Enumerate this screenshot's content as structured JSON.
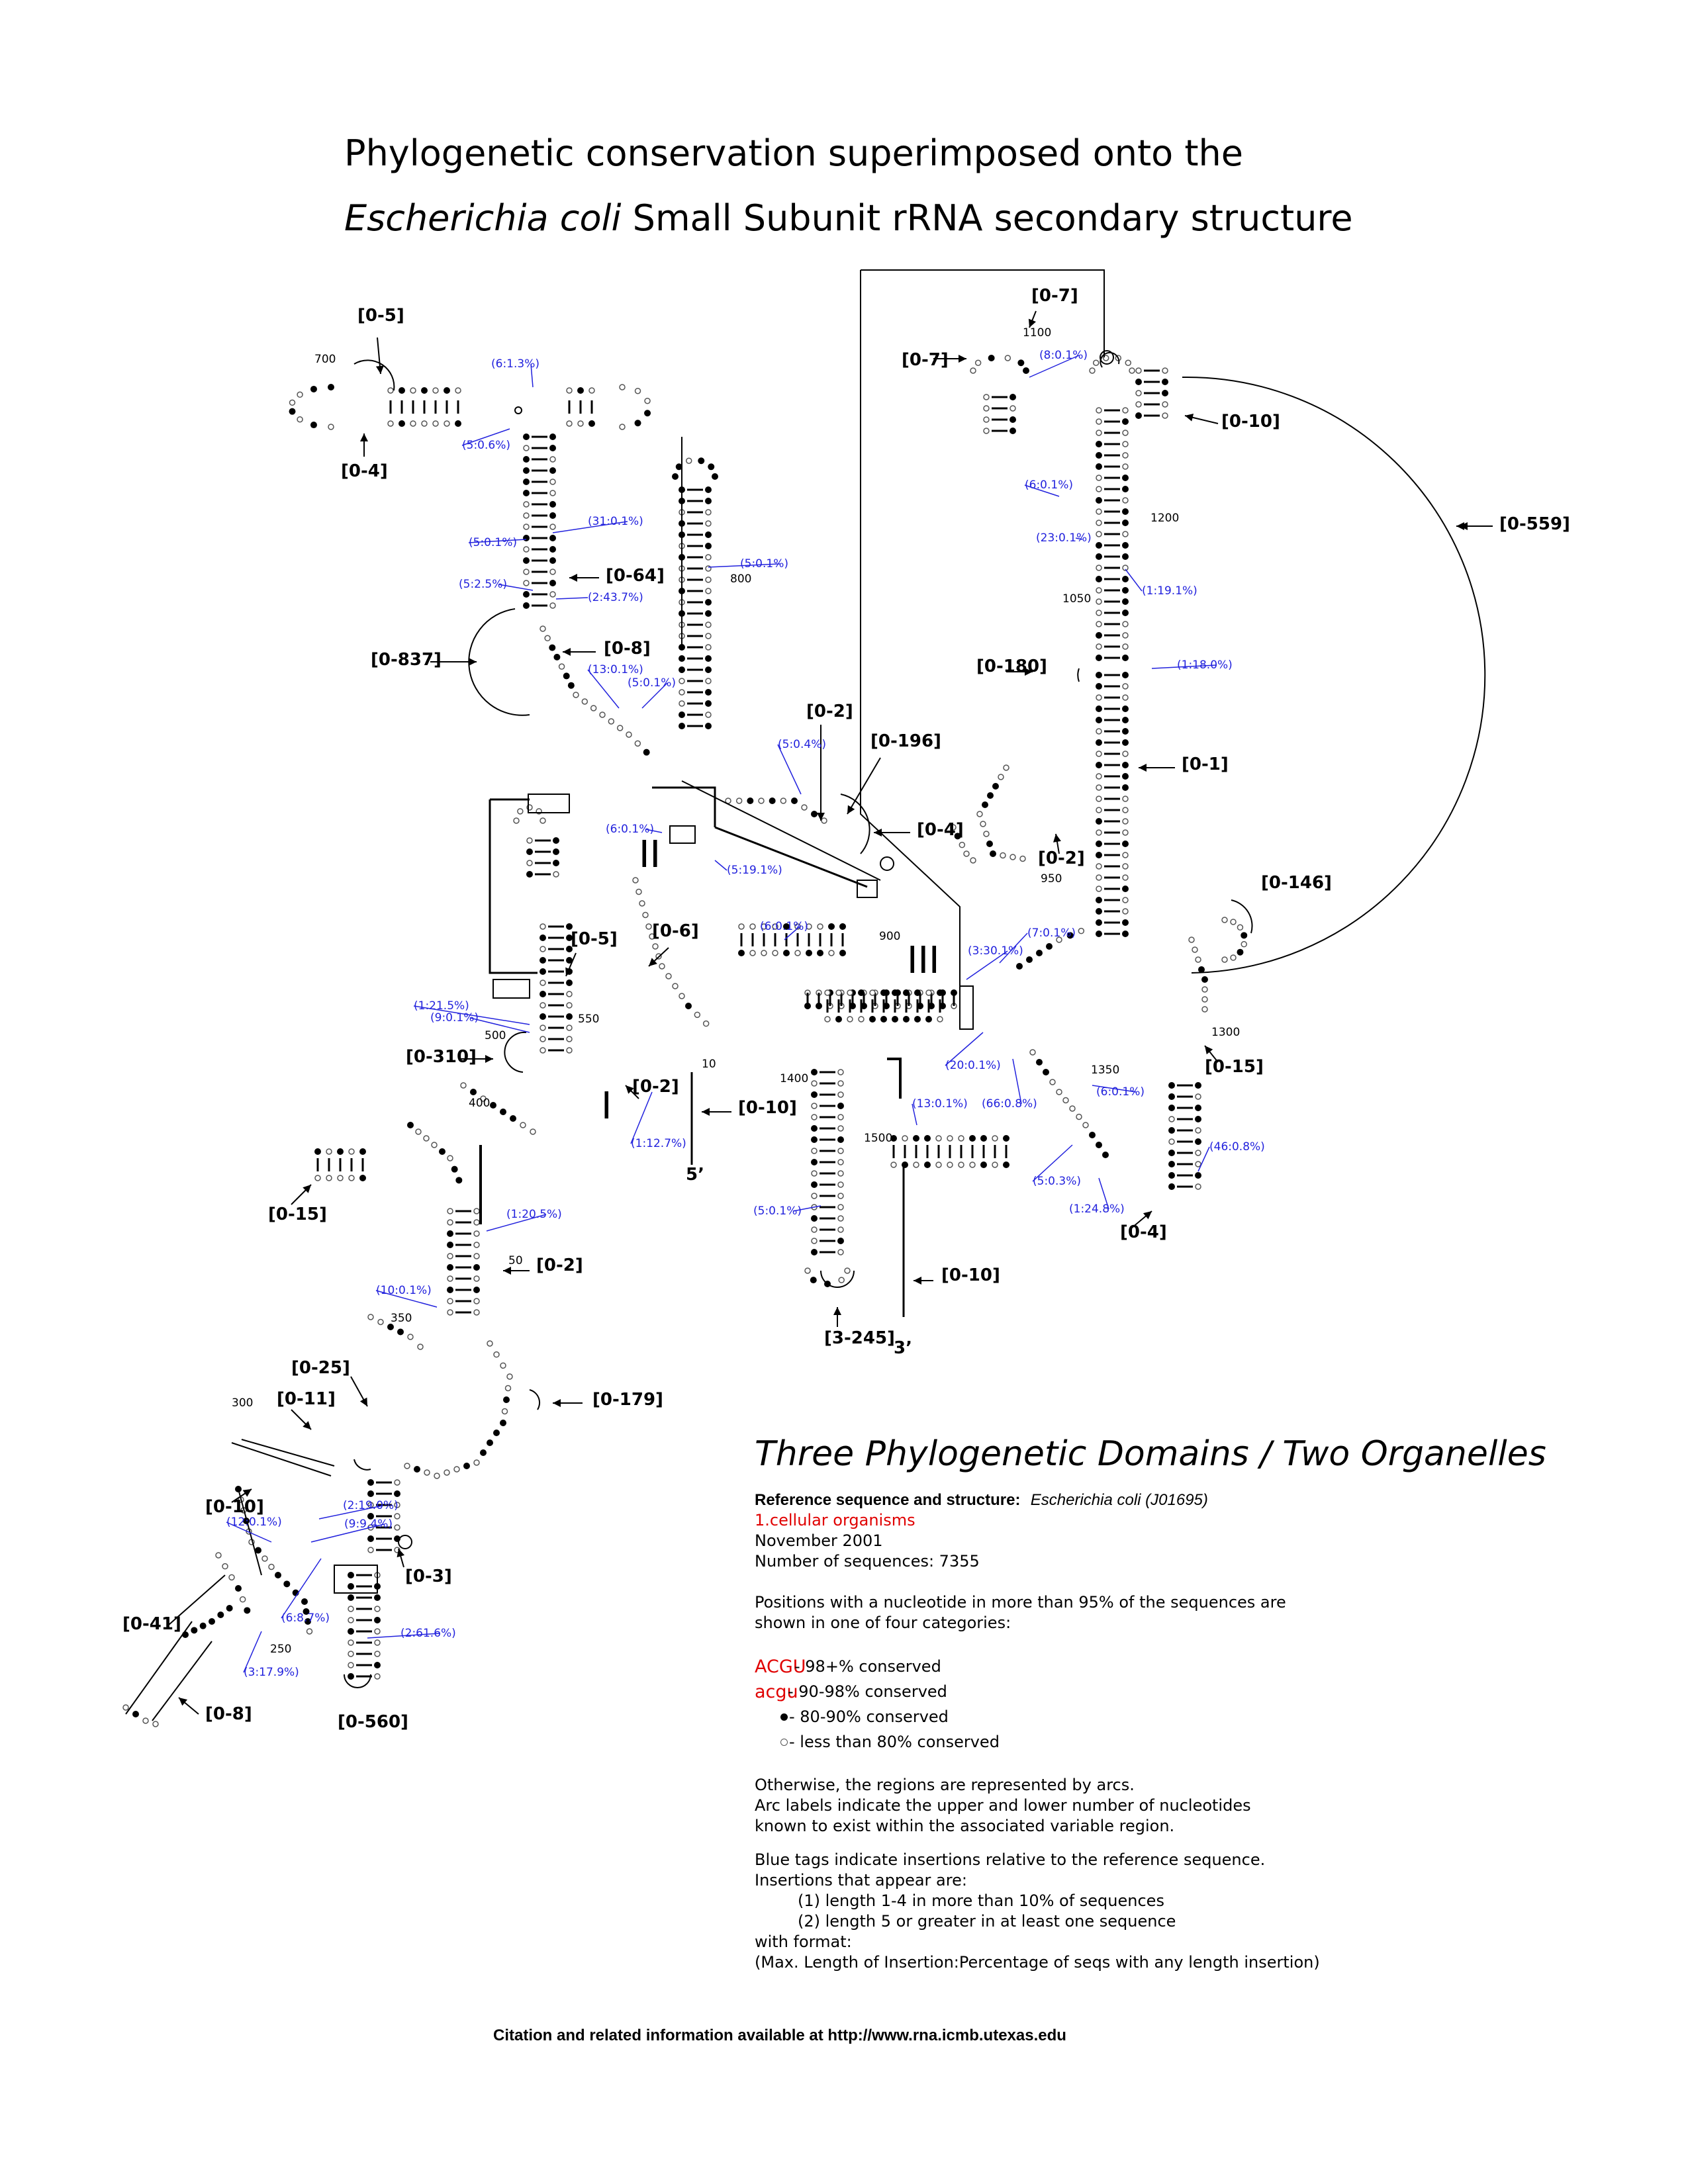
{
  "title": {
    "line1": "Phylogenetic conservation superimposed onto the",
    "line2_italic": "Escherichia coli",
    "line2_rest": " Small Subunit rRNA secondary structure"
  },
  "domains": {
    "d1": "I",
    "d2": "II",
    "d3": "III"
  },
  "ends": {
    "five": "5’",
    "three": "3’"
  },
  "arc_labels": [
    "[0-5]",
    "[0-4]",
    "[0-64]",
    "[0-837]",
    "[0-8]",
    "[0-2]",
    "[0-196]",
    "[0-4]",
    "[0-5]",
    "[0-6]",
    "[0-310]",
    "[0-2]",
    "[0-10]",
    "[0-15]",
    "[0-2]",
    "[0-25]",
    "[0-11]",
    "[0-179]",
    "[0-10]",
    "[0-3]",
    "[0-41]",
    "[0-8]",
    "[0-560]",
    "[0-7]",
    "[0-7]",
    "[0-10]",
    "[0-559]",
    "[0-180]",
    "[0-1]",
    "[0-2]",
    "[0-146]",
    "[0-15]",
    "[0-4]",
    "[0-10]",
    "[3-245]"
  ],
  "insertion_tags": [
    "(6:1.3%)",
    "(5:0.6%)",
    "(31:0.1%)",
    "(5:0.1%)",
    "(5:2.5%)",
    "(2:43.7%)",
    "(5:0.1%)",
    "(13:0.1%)",
    "(5:0.1%)",
    "(5:0.4%)",
    "(6:0.1%)",
    "(5:19.1%)",
    "(6:0.1%)",
    "(1:21.5%)",
    "(9:0.1%)",
    "(1:12.7%)",
    "(1:20.5%)",
    "(10:0.1%)",
    "(2:19.0%)",
    "(12:0.1%)",
    "(9:9.4%)",
    "(6:8.7%)",
    "(2:61.6%)",
    "(3:17.9%)",
    "(8:0.1%)",
    "(6:0.1%)",
    "(23:0.1%)",
    "(1:19.1%)",
    "(1:18.0%)",
    "(7:0.1%)",
    "(3:30.1%)",
    "(20:0.1%)",
    "(66:0.8%)",
    "(13:0.1%)",
    "(6:0.1%)",
    "(5:0.3%)",
    "(1:24.8%)",
    "(46:0.8%)",
    "(5:0.1%)"
  ],
  "position_numbers": [
    "700",
    "800",
    "900",
    "1100",
    "1200",
    "1050",
    "950",
    "1300",
    "1350",
    "1400",
    "1500",
    "550",
    "500",
    "400",
    "10",
    "50",
    "350",
    "300",
    "250"
  ],
  "info": {
    "heading": "Three Phylogenetic Domains / Two Organelles",
    "ref_label": "Reference sequence and structure:",
    "ref_value": "Escherichia coli (J01695)",
    "category": "1.cellular organisms",
    "date": "November 2001",
    "num_sequences": "Number of sequences: 7355",
    "positions_text_1": "Positions with a nucleotide in more than 95% of the sequences are",
    "positions_text_2": "shown in one of four categories:",
    "legend": [
      {
        "symbol": "ACGU",
        "desc": " - 98+% conserved"
      },
      {
        "symbol": "acgu",
        "desc": " - 90-98% conserved"
      },
      {
        "symbol": "dot",
        "desc": " - 80-90% conserved"
      },
      {
        "symbol": "circle",
        "desc": " - less than 80% conserved"
      }
    ],
    "arcs_1": "Otherwise, the regions are represented by arcs.",
    "arcs_2": "Arc labels indicate the upper and lower number of nucleotides",
    "arcs_3": "known to exist within the associated variable region.",
    "blue_1": "Blue tags indicate insertions relative to the reference sequence.",
    "blue_2": "Insertions that appear are:",
    "blue_3": "(1) length 1-4 in more than 10% of sequences",
    "blue_4": "(2) length 5 or greater in at least one sequence",
    "blue_5": "with format:",
    "blue_6": "(Max. Length of Insertion:Percentage of seqs with any length insertion)"
  },
  "citation": "Citation and related information available at http://www.rna.icmb.utexas.edu"
}
